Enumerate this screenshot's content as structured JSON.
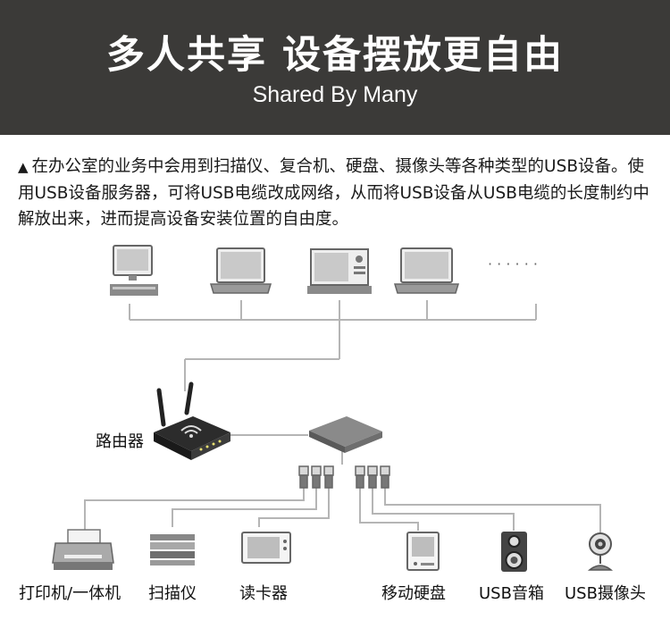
{
  "header": {
    "title": "多人共享  设备摆放更自由",
    "subtitle": "Shared By Many"
  },
  "description": {
    "bullet": "▲",
    "text": "在办公室的业务中会用到扫描仪、复合机、硬盘、摄像头等各种类型的USB设备。使用USB设备服务器，可将USB电缆改成网络，从而将USB设备从USB电缆的长度制约中解放出来，进而提高设备安装位置的自由度。"
  },
  "diagram": {
    "ellipsis": "· · · · · ·",
    "router_label": "路由器",
    "devices": [
      {
        "label": "打印机/一体机",
        "icon": "printer-icon"
      },
      {
        "label": "扫描仪",
        "icon": "scanner-icon"
      },
      {
        "label": "读卡器",
        "icon": "card-reader-icon"
      },
      {
        "label": "移动硬盘",
        "icon": "hard-drive-icon"
      },
      {
        "label": "USB音箱",
        "icon": "speaker-icon"
      },
      {
        "label": "USB摄像头",
        "icon": "webcam-icon"
      }
    ]
  },
  "colors": {
    "banner": "#3b3a38",
    "line": "#b5b5b5",
    "device": "#555555"
  }
}
